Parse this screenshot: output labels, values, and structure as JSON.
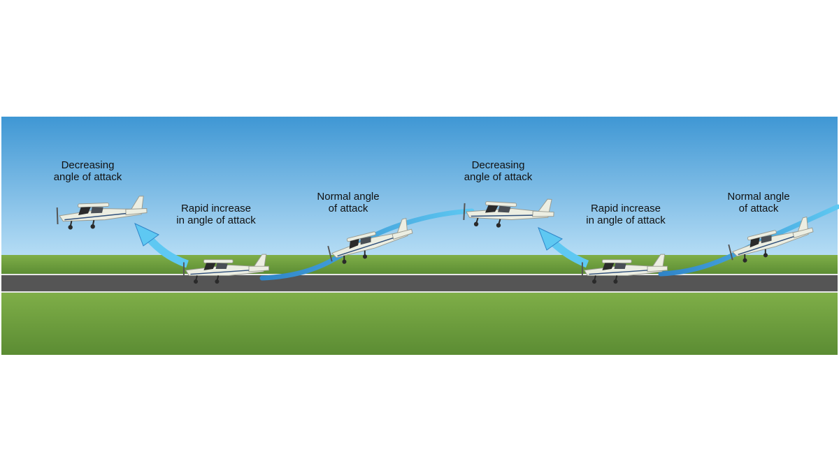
{
  "labels": [
    {
      "line1": "Decreasing",
      "line2": "angle of attack"
    },
    {
      "line1": "Rapid increase",
      "line2": "in angle of attack"
    },
    {
      "line1": "Normal angle",
      "line2": "of attack"
    },
    {
      "line1": "Decreasing",
      "line2": "angle of attack"
    },
    {
      "line1": "Rapid increase",
      "line2": "in angle of attack"
    },
    {
      "line1": "Normal angle",
      "line2": "of attack"
    }
  ],
  "colors": {
    "sky_top": "#3f97d4",
    "sky_bottom": "#b6ddf5",
    "grass": "#7fae48",
    "grass_dark": "#5b8c33",
    "runway": "#555555",
    "runway_edge": "#e8e8e8",
    "flight_path": "#5ec8f2",
    "flight_path_dark": "#2f84c8",
    "aircraft_body": "#eceee2",
    "aircraft_trim": "#2a2a2a"
  }
}
